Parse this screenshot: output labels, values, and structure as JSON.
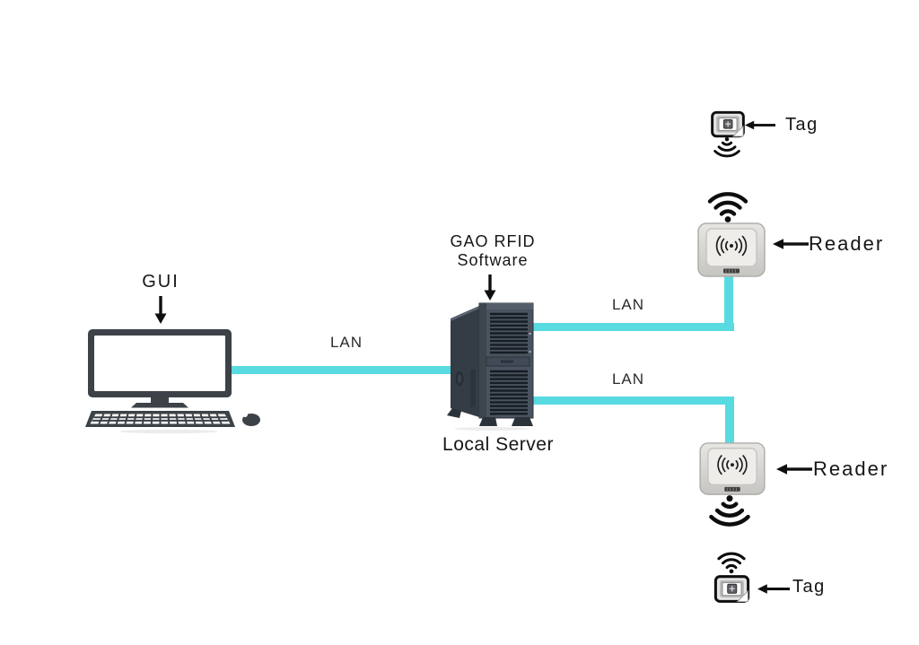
{
  "palette": {
    "lan_cable": "#57dbe0",
    "device_dark": "#3c4247",
    "server_front": "#49525e",
    "server_side": "#343c45",
    "reader_body": "#d7d6d2",
    "text": "#161616"
  },
  "nodes": {
    "computer": {
      "label": "GUI"
    },
    "server": {
      "software_line1": "GAO RFID",
      "software_line2": "Software",
      "caption": "Local Server"
    },
    "reader_top": {
      "label": "Reader"
    },
    "tag_top": {
      "label": "Tag"
    },
    "reader_bottom": {
      "label": "Reader"
    },
    "tag_bottom": {
      "label": "Tag"
    }
  },
  "links": {
    "computer_to_server": {
      "label": "LAN"
    },
    "server_to_reader_top": {
      "label": "LAN"
    },
    "server_to_reader_bottom": {
      "label": "LAN"
    }
  }
}
